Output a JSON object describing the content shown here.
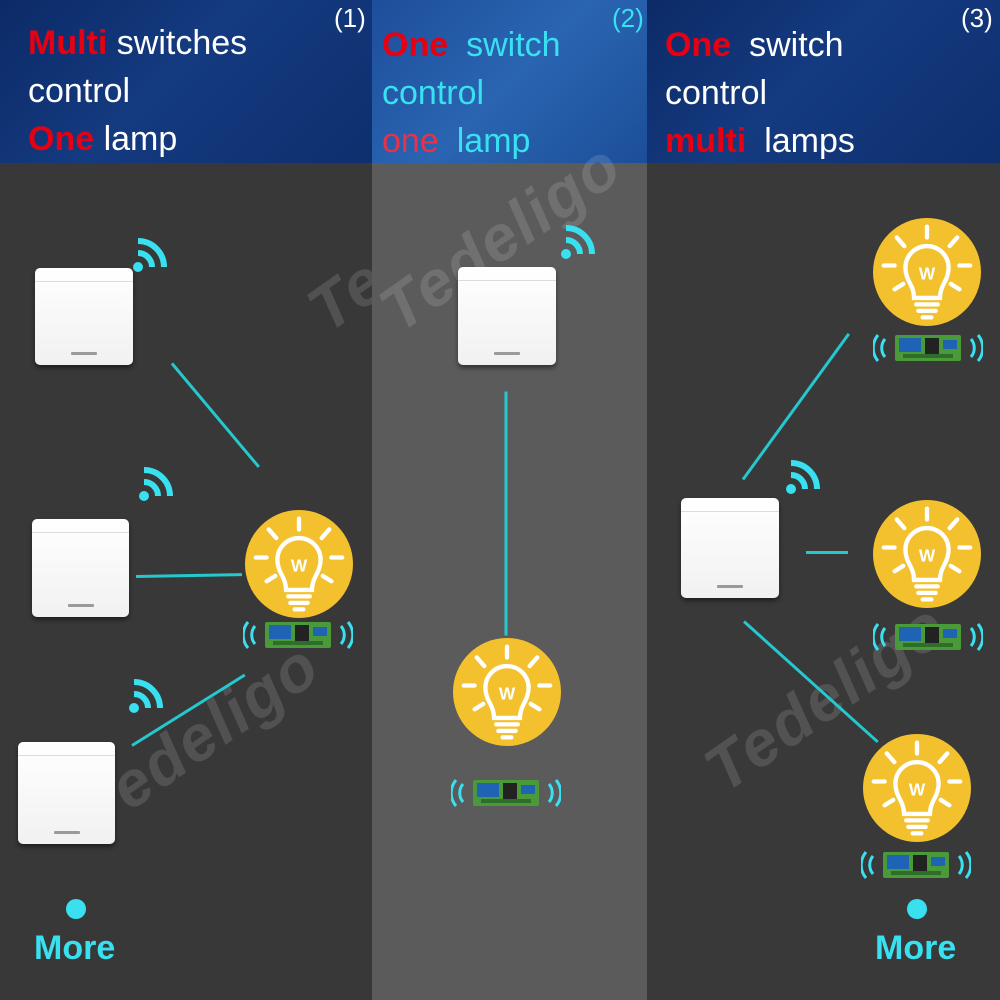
{
  "panels": [
    {
      "number": "(1)",
      "line1": {
        "a": "Multi",
        "b": " switches"
      },
      "line2": "control",
      "line3": {
        "a": "One",
        "b": " lamp"
      },
      "more_label": "More"
    },
    {
      "number": "(2)",
      "line1": {
        "a": "One",
        "b": "switch"
      },
      "line2": "control",
      "line3": {
        "a": "one",
        "b": "lamp"
      }
    },
    {
      "number": "(3)",
      "line1": {
        "a": "One",
        "b": "switch"
      },
      "line2": "control",
      "line3": {
        "a": "multi",
        "b": "lamps"
      },
      "more_label": "More"
    }
  ],
  "watermark": "Tedeligo",
  "bulb_letter": "W",
  "colors": {
    "accent_cyan": "#38e0f0",
    "connector_cyan": "#25c8cf",
    "highlight_red": "#e60012",
    "bulb_yellow": "#f4c12e",
    "header_blue": "#0c2a66"
  }
}
